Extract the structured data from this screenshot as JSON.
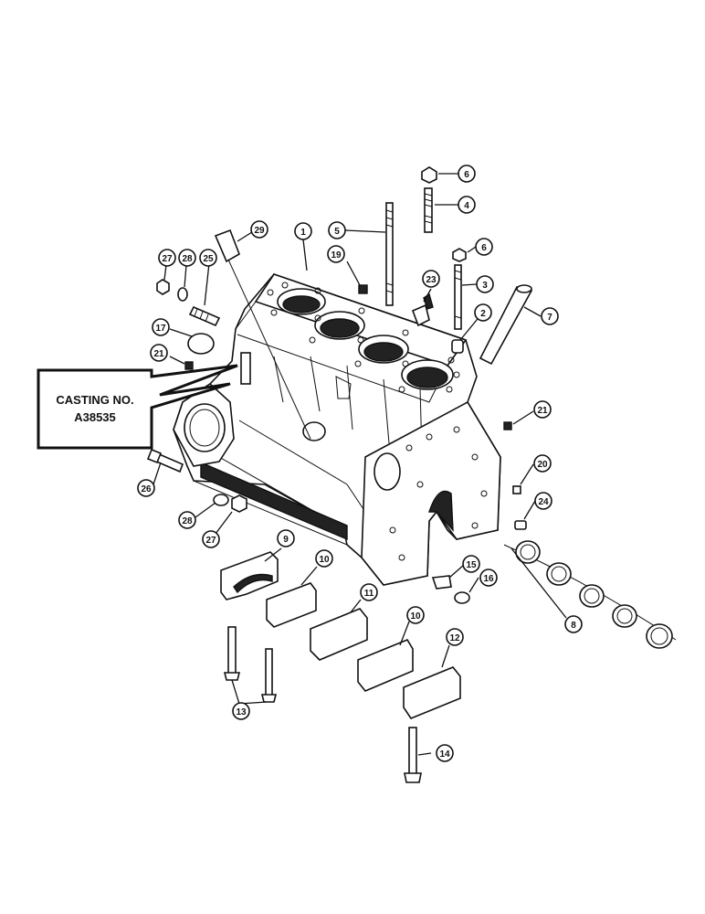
{
  "casting_label": {
    "line1": "CASTING NO.",
    "line2": "A38535"
  },
  "callouts": [
    {
      "id": "c1",
      "label": "1"
    },
    {
      "id": "c2",
      "label": "2"
    },
    {
      "id": "c3",
      "label": "3"
    },
    {
      "id": "c4",
      "label": "4"
    },
    {
      "id": "c5",
      "label": "5"
    },
    {
      "id": "c6a",
      "label": "6"
    },
    {
      "id": "c6b",
      "label": "6"
    },
    {
      "id": "c7",
      "label": "7"
    },
    {
      "id": "c8",
      "label": "8"
    },
    {
      "id": "c9",
      "label": "9"
    },
    {
      "id": "c10a",
      "label": "10"
    },
    {
      "id": "c10b",
      "label": "10"
    },
    {
      "id": "c11",
      "label": "11"
    },
    {
      "id": "c12",
      "label": "12"
    },
    {
      "id": "c13",
      "label": "13"
    },
    {
      "id": "c14",
      "label": "14"
    },
    {
      "id": "c15",
      "label": "15"
    },
    {
      "id": "c16",
      "label": "16"
    },
    {
      "id": "c17",
      "label": "17"
    },
    {
      "id": "c19",
      "label": "19"
    },
    {
      "id": "c20",
      "label": "20"
    },
    {
      "id": "c21a",
      "label": "21"
    },
    {
      "id": "c21b",
      "label": "21"
    },
    {
      "id": "c23",
      "label": "23"
    },
    {
      "id": "c24",
      "label": "24"
    },
    {
      "id": "c25",
      "label": "25"
    },
    {
      "id": "c26",
      "label": "26"
    },
    {
      "id": "c27a",
      "label": "27"
    },
    {
      "id": "c27b",
      "label": "27"
    },
    {
      "id": "c28a",
      "label": "28"
    },
    {
      "id": "c28b",
      "label": "28"
    },
    {
      "id": "c29",
      "label": "29"
    }
  ]
}
